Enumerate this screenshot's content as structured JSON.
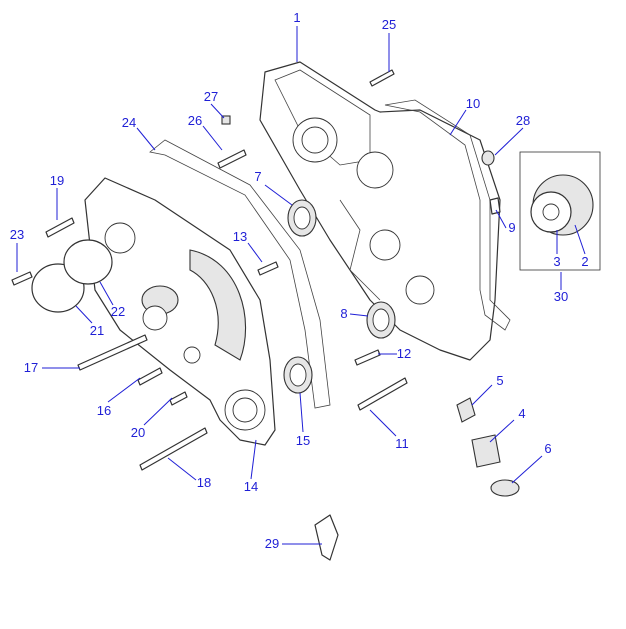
{
  "diagram": {
    "type": "exploded-parts-diagram",
    "callouts": [
      "1",
      "25",
      "27",
      "10",
      "24",
      "26",
      "28",
      "19",
      "7",
      "9",
      "23",
      "13",
      "3",
      "2",
      "30",
      "22",
      "21",
      "8",
      "12",
      "17",
      "5",
      "16",
      "4",
      "11",
      "15",
      "20",
      "6",
      "18",
      "14",
      "29"
    ],
    "label_color": "#1f1fd6"
  }
}
